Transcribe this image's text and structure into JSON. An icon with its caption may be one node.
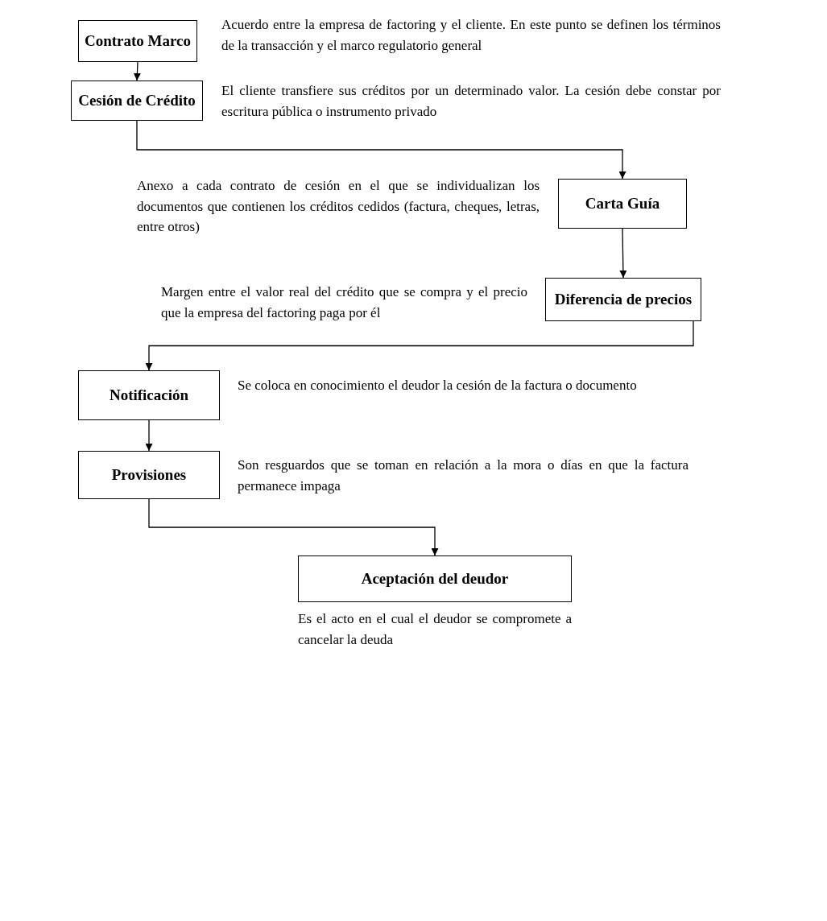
{
  "diagram": {
    "nodes": [
      {
        "text": [
          "Contrato Marco"
        ],
        "beside": [
          "Acuerdo entre la empresa de factoring y el cliente. En este punto se definen los términos de la transacción y el marco regulatorio general"
        ]
      },
      {
        "text": [
          "Cesión de Crédito"
        ],
        "beside": [
          "El cliente transfiere sus créditos por un determinado valor. La cesión debe constar por escritura pública o instrumento privado"
        ]
      },
      {
        "text": [
          "Carta Guía"
        ],
        "beside": [
          "Anexo a cada contrato de cesión en el que se individualizan los documentos que contienen los créditos cedidos (factura, cheques, letras, entre otros)"
        ]
      },
      {
        "text": [
          "Diferencia de precios"
        ],
        "beside": [
          "Margen entre el valor real del crédito que se compra y el precio que la empresa del factoring paga por él"
        ]
      },
      {
        "text": [
          "Notificación"
        ],
        "beside": [
          "Se coloca en conocimiento el deudor la cesión de la factura o documento"
        ]
      },
      {
        "text": [
          "Provisiones"
        ],
        "beside": [
          "Son resguardos que se toman en relación a la mora o días en que la factura permanece impaga"
        ]
      },
      {
        "text": [
          "Aceptación del deudor"
        ],
        "beside": [
          "Es el acto en el cual el deudor se compromete a cancelar la deuda"
        ]
      }
    ],
    "edges": [
      {
        "from": 0,
        "to": 1,
        "arrow": "to"
      },
      {
        "from": 1,
        "to": 2,
        "arrow": "to"
      },
      {
        "from": 2,
        "to": 3,
        "arrow": "to"
      },
      {
        "from": 3,
        "to": 4,
        "arrow": "to"
      },
      {
        "from": 4,
        "to": 5,
        "arrow": "to"
      },
      {
        "from": 5,
        "to": 6,
        "arrow": "to"
      }
    ]
  }
}
